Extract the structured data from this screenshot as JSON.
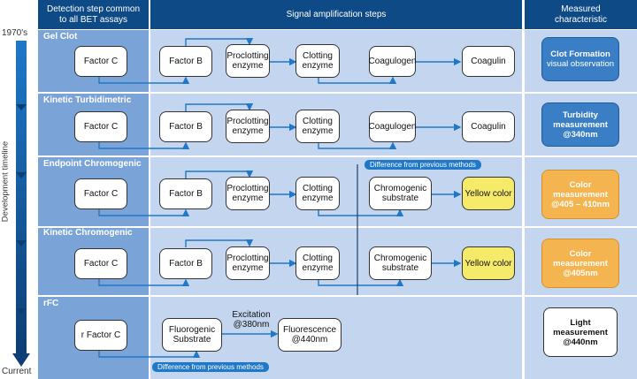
{
  "headers": {
    "detection": "Detection step common to all BET assays",
    "amplification": "Signal amplification steps",
    "measured": "Measured characteristic"
  },
  "timeline": {
    "start": "1970's",
    "end": "Current",
    "label": "Development timeline"
  },
  "rows": [
    {
      "label": "Gel Clot",
      "first": "Factor C",
      "steps": [
        "Factor B",
        "Proclotting enzyme",
        "Clotting enzyme",
        "Coagulogen",
        "Coagulin"
      ],
      "measure": {
        "title": "Clot Formation",
        "detail": "visual observation",
        "color": "#3a7fc6"
      }
    },
    {
      "label": "Kinetic Turbidimetric",
      "first": "Factor C",
      "steps": [
        "Factor B",
        "Proclotting enzyme",
        "Clotting enzyme",
        "Coagulogen",
        "Coagulin"
      ],
      "measure": {
        "title": "Turbidity measurement @340nm",
        "detail": "",
        "color": "#3a7fc6"
      }
    },
    {
      "label": "Endpoint Chromogenic",
      "first": "Factor C",
      "steps": [
        "Factor B",
        "Proclotting enzyme",
        "Clotting enzyme",
        "Chromogenic substrate",
        "Yellow color"
      ],
      "measure": {
        "title": "Color measurement @405 – 410nm",
        "detail": "",
        "color": "#f4b450"
      }
    },
    {
      "label": "Kinetic Chromogenic",
      "first": "Factor C",
      "steps": [
        "Factor B",
        "Proclotting enzyme",
        "Clotting enzyme",
        "Chromogenic substrate",
        "Yellow color"
      ],
      "measure": {
        "title": "Color measurement @405nm",
        "detail": "",
        "color": "#f4b450"
      }
    },
    {
      "label": "rFC",
      "first": "r Factor C",
      "steps": [
        "Fluorogenic Substrate",
        "Fluorescence @440nm"
      ],
      "excitation": "Excitation @380nm",
      "measure": {
        "title": "Light measurement @440nm",
        "detail": "",
        "color": "#ffffff"
      }
    }
  ],
  "badges": {
    "chromogenic_diff": "Difference from previous methods",
    "rfc_diff": "Difference from previous methods"
  }
}
